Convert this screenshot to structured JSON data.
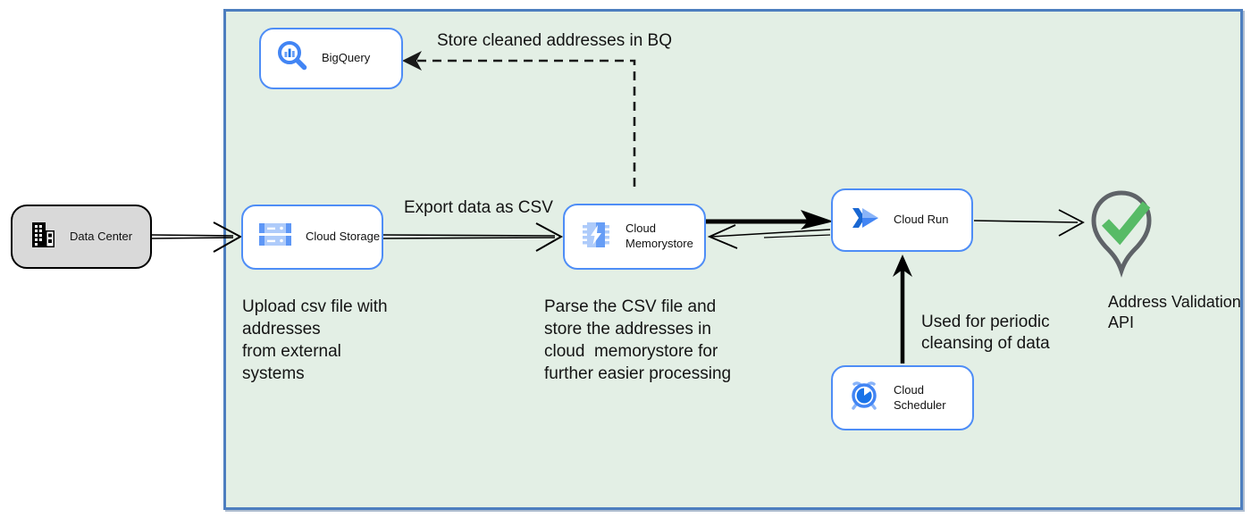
{
  "diagram": {
    "nodes": {
      "data_center": {
        "label": "Data Center",
        "icon": "building-icon"
      },
      "bigquery": {
        "label": "BigQuery",
        "icon": "bigquery-magnifier-icon"
      },
      "cloud_storage": {
        "label": "Cloud Storage",
        "icon": "storage-buckets-icon"
      },
      "cloud_memorystore": {
        "label": "Cloud\nMemorystore",
        "icon": "memorystore-chip-icon"
      },
      "cloud_run": {
        "label": "Cloud Run",
        "icon": "cloud-run-icon"
      },
      "cloud_scheduler": {
        "label": "Cloud Scheduler",
        "icon": "scheduler-alarm-icon"
      },
      "address_validation": {
        "label": "Address Validation\nAPI",
        "icon": "location-pin-check-icon"
      }
    },
    "annotations": {
      "store_bq": "Store cleaned addresses in BQ",
      "export_csv": "Export data as CSV",
      "upload": "Upload csv file with\naddresses\nfrom external\nsystems",
      "parse": "Parse the CSV file and\nstore the addresses in\ncloud  memorystore for\nfurther easier processing",
      "periodic": "Used for periodic\ncleansing of data"
    },
    "colors": {
      "zone_fill": "#e3efe5",
      "zone_border": "#4d7ebf",
      "node_border": "#4e8df6",
      "node_fill": "#ffffff",
      "data_center_fill": "#d9d9d9",
      "arrow": "#000000",
      "pin_outline": "#5f6368",
      "check_green": "#57bb66",
      "icon_blue": "#4285f4",
      "icon_dark_blue": "#1a73e8",
      "icon_light_blue": "#aecbfa"
    }
  }
}
